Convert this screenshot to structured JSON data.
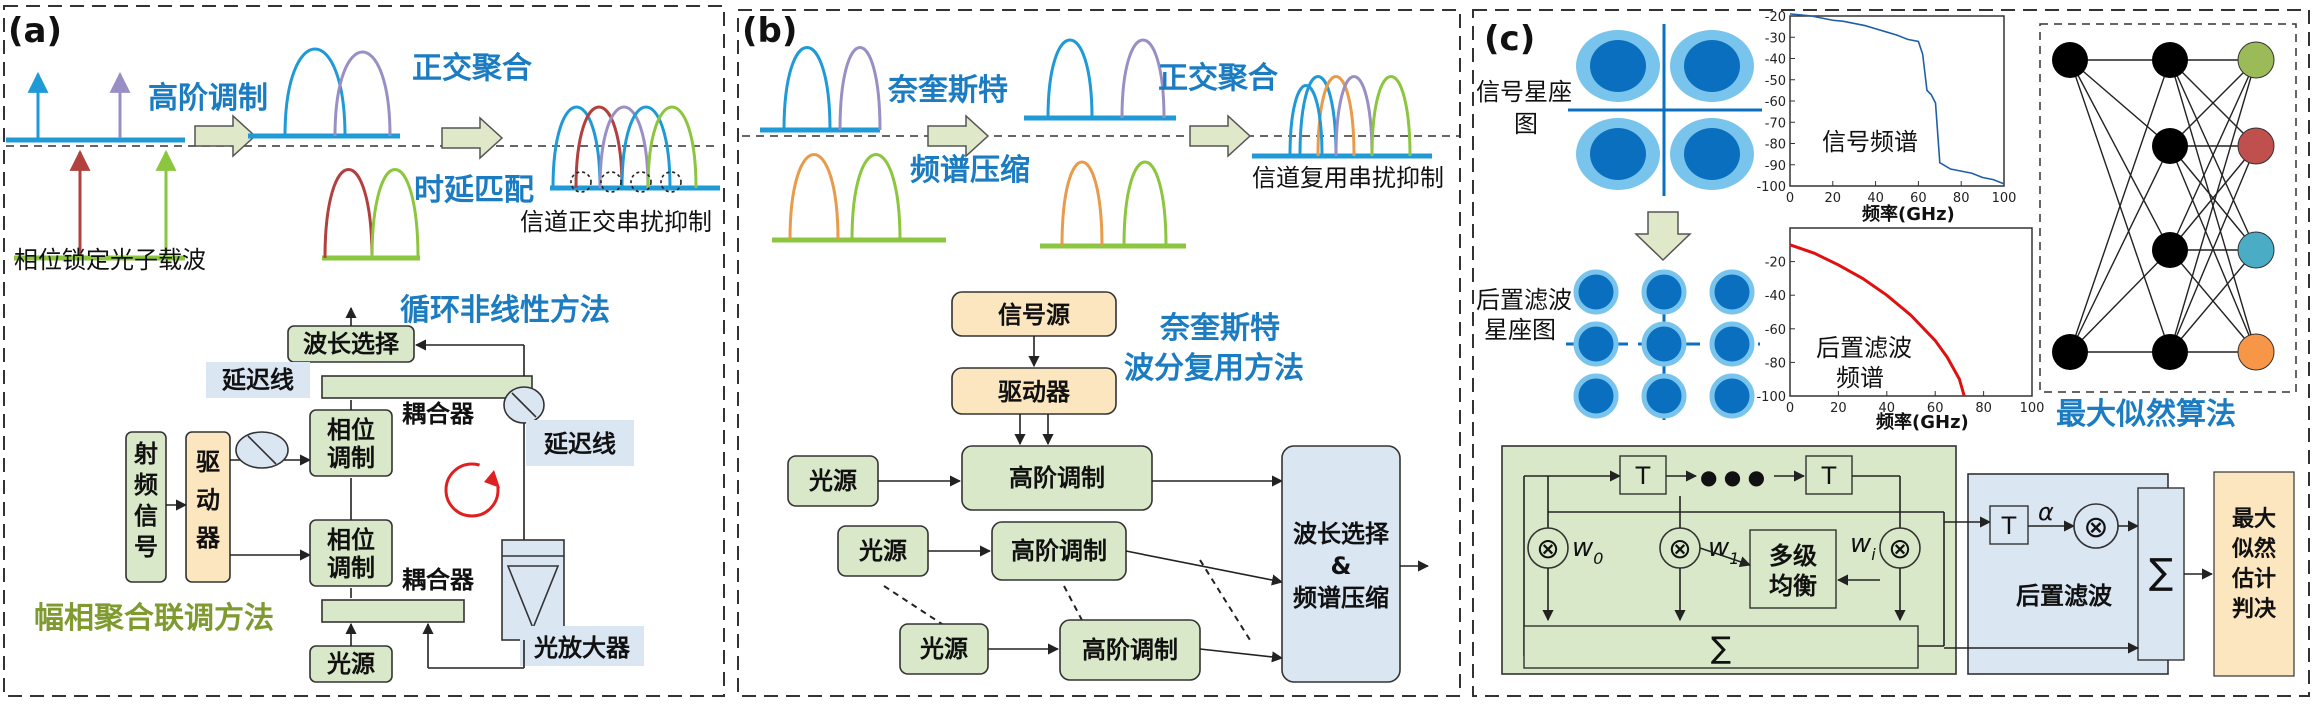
{
  "panels": {
    "a": {
      "label": "(a)",
      "top": {
        "high_order_mod": "高阶调制",
        "orthogonal_aggregation": "正交聚合",
        "delay_match": "时延匹配",
        "channel_xtalk": "信道正交串扰抑制",
        "phase_locked_carriers": "相位锁定光子载波"
      },
      "method_loop": "循环非线性方法",
      "method_amp_phase": "幅相聚合联调方法",
      "blocks": {
        "rf_signal": [
          "射",
          "频",
          "信",
          "号"
        ],
        "driver": [
          "驱",
          "动",
          "器"
        ],
        "phase_mod_1": [
          "相位",
          "调制"
        ],
        "phase_mod_2": [
          "相位",
          "调制"
        ],
        "wavelength_select": "波长选择",
        "delay_line_1": "延迟线",
        "delay_line_2": "延迟线",
        "coupler_1": "耦合器",
        "coupler_2": "耦合器",
        "light_source": "光源",
        "optical_amp": "光放大器"
      }
    },
    "b": {
      "label": "(b)",
      "top": {
        "nyquist": "奈奎斯特",
        "spectral_compression": "频谱压缩",
        "orthogonal_aggregation": "正交聚合",
        "channel_multiplex_xtalk": "信道复用串扰抑制"
      },
      "method": [
        "奈奎斯特",
        "波分复用方法"
      ],
      "blocks": {
        "signal_source": "信号源",
        "driver": "驱动器",
        "light_source_1": "光源",
        "light_source_2": "光源",
        "light_source_3": "光源",
        "high_order_mod_1": "高阶调制",
        "high_order_mod_2": "高阶调制",
        "high_order_mod_3": "高阶调制",
        "wl_select_compress": [
          "波长选择",
          "&",
          "频谱压缩"
        ]
      }
    },
    "c": {
      "label": "(c)",
      "signal_constellation": [
        "信号星座",
        "图"
      ],
      "post_filter_constellation": [
        "后置滤波",
        "星座图"
      ],
      "signal_spectrum_label": "信号频谱",
      "post_filter_spectrum_label": [
        "后置滤波",
        "频谱"
      ],
      "freq_axis_label": "频率(GHz)",
      "mlse_title": "最大似然算法",
      "equalizer": [
        "多级",
        "均衡"
      ],
      "post_filter": "后置滤波",
      "mlse_decision": [
        "最大",
        "似然",
        "估计",
        "判决"
      ],
      "delay_T": "T",
      "alpha": "α",
      "sum_symbol": "∑",
      "mult_symbol": "⊗",
      "weights": [
        "w",
        "0",
        "w",
        "1",
        "w",
        "i"
      ],
      "dots": "● ● ●"
    }
  },
  "chart_data": [
    {
      "type": "line",
      "series": [
        {
          "x": [
            0,
            5,
            10,
            15,
            20,
            25,
            30,
            35,
            40,
            45,
            50,
            55,
            60,
            62,
            64,
            66,
            68,
            70,
            75,
            80,
            85,
            90,
            95,
            100
          ],
          "y": [
            -19,
            -19.5,
            -20,
            -21,
            -22,
            -22.5,
            -23.5,
            -24.5,
            -26,
            -27.5,
            -29,
            -31,
            -32,
            -38,
            -55,
            -57,
            -61,
            -89,
            -92,
            -93,
            -94,
            -96,
            -97,
            -99
          ]
        }
      ],
      "xlim": [
        0,
        100
      ],
      "ylim": [
        -100,
        -20
      ],
      "xticks": [
        "0",
        "20",
        "40",
        "60",
        "80",
        "100"
      ],
      "yticks": [
        "-20",
        "-30",
        "-40",
        "-50",
        "-60",
        "-70",
        "-80",
        "-90",
        "-100"
      ],
      "color": "#1f5fa8"
    },
    {
      "type": "line",
      "series": [
        {
          "x": [
            0,
            10,
            20,
            30,
            40,
            50,
            60,
            65,
            70,
            72
          ],
          "y": [
            -10,
            -15,
            -22,
            -30,
            -40,
            -52,
            -67,
            -77,
            -90,
            -100
          ]
        }
      ],
      "xlim": [
        0,
        100
      ],
      "ylim": [
        -100,
        0
      ],
      "xticks": [
        "0",
        "20",
        "40",
        "60",
        "80",
        "100"
      ],
      "yticks": [
        "-20",
        "-40",
        "-60",
        "-80",
        "-100"
      ],
      "color": "#e01010"
    }
  ],
  "colors": {
    "blue": "#1b7cc2",
    "olive": "#7f9a2e",
    "arrow_fill": "#dfe8c9",
    "pulse_blue": "#1f9ad6",
    "pulse_purple": "#9a8fc4",
    "pulse_red": "#b0413e",
    "pulse_green": "#8cc63f",
    "pulse_orange": "#e89b4a",
    "node_green": "#9bbb59",
    "node_red": "#c0504d",
    "node_cyan": "#4bacc6",
    "node_orange": "#f79646"
  }
}
